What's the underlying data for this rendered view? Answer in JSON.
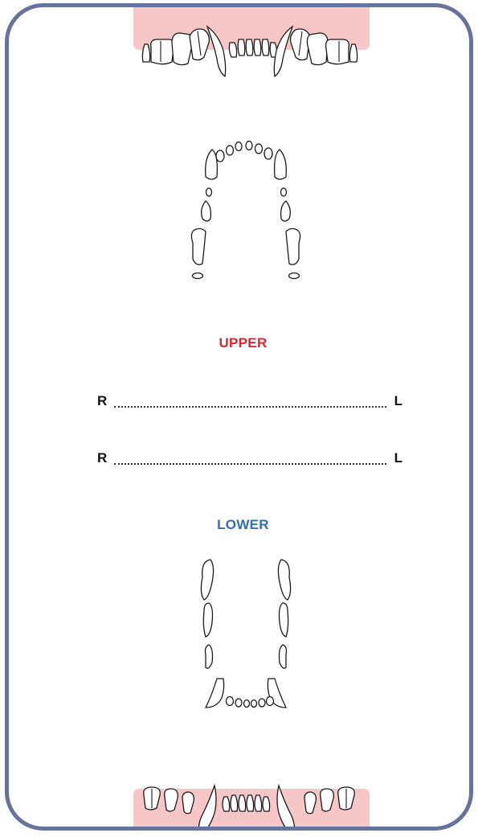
{
  "labels": {
    "upper": "UPPER",
    "lower": "LOWER"
  },
  "quadrant_lines": [
    {
      "right": "R",
      "left": "L"
    },
    {
      "right": "R",
      "left": "L"
    }
  ],
  "colors": {
    "border": "#66739d",
    "gum": "#f7c7c7",
    "upper_label": "#e0242f",
    "lower_label": "#2f6db5"
  }
}
